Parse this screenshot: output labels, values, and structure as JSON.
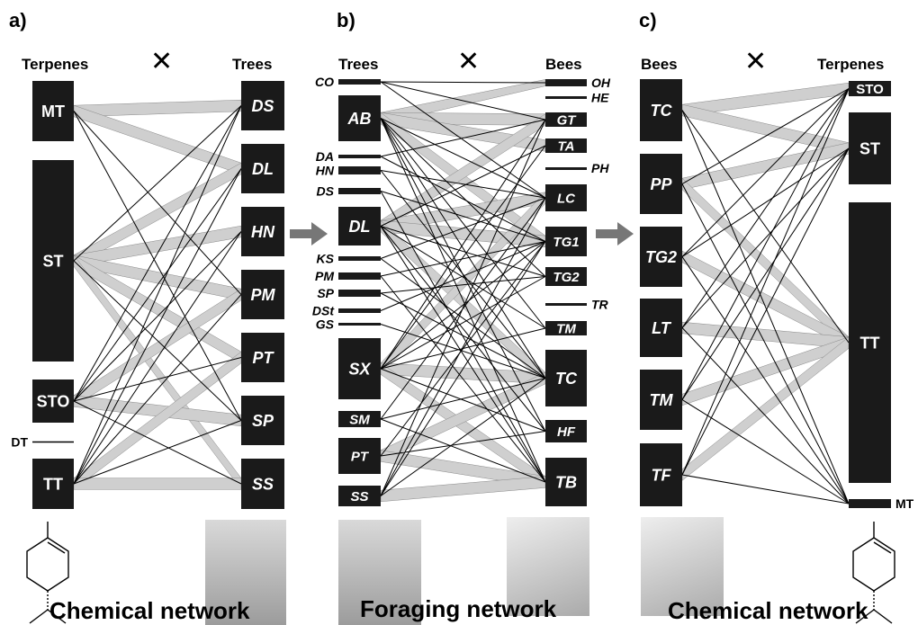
{
  "panels": [
    {
      "label": "a)",
      "left_header": "Terpenes",
      "right_header": "Trees",
      "network_title": "Chemical network",
      "left_nodes": [
        "MT",
        "ST",
        "STO",
        "DT",
        "TT"
      ],
      "right_nodes": [
        "DS",
        "DL",
        "HN",
        "PM",
        "PT",
        "SP",
        "SS"
      ]
    },
    {
      "label": "b)",
      "left_header": "Trees",
      "right_header": "Bees",
      "network_title": "Foraging network",
      "left_nodes": [
        "CO",
        "AB",
        "DA",
        "HN",
        "DS",
        "DL",
        "KS",
        "PM",
        "SP",
        "DSt",
        "GS",
        "SX",
        "SM",
        "PT",
        "SS"
      ],
      "right_nodes": [
        "OH",
        "HE",
        "GT",
        "TA",
        "PH",
        "LC",
        "TG1",
        "TG2",
        "TR",
        "TM",
        "TC",
        "HF",
        "TB"
      ]
    },
    {
      "label": "c)",
      "left_header": "Bees",
      "right_header": "Terpenes",
      "network_title": "Chemical network",
      "left_nodes": [
        "TC",
        "PP",
        "TG2",
        "LT",
        "TM",
        "TF"
      ],
      "right_nodes": [
        "STO",
        "ST",
        "TT",
        "MT"
      ]
    }
  ],
  "cross_symbol": "✕",
  "colors": {
    "node": "#1a1a1a",
    "band": "#cfcfcf",
    "line": "#000000",
    "arrow": "#777777"
  }
}
